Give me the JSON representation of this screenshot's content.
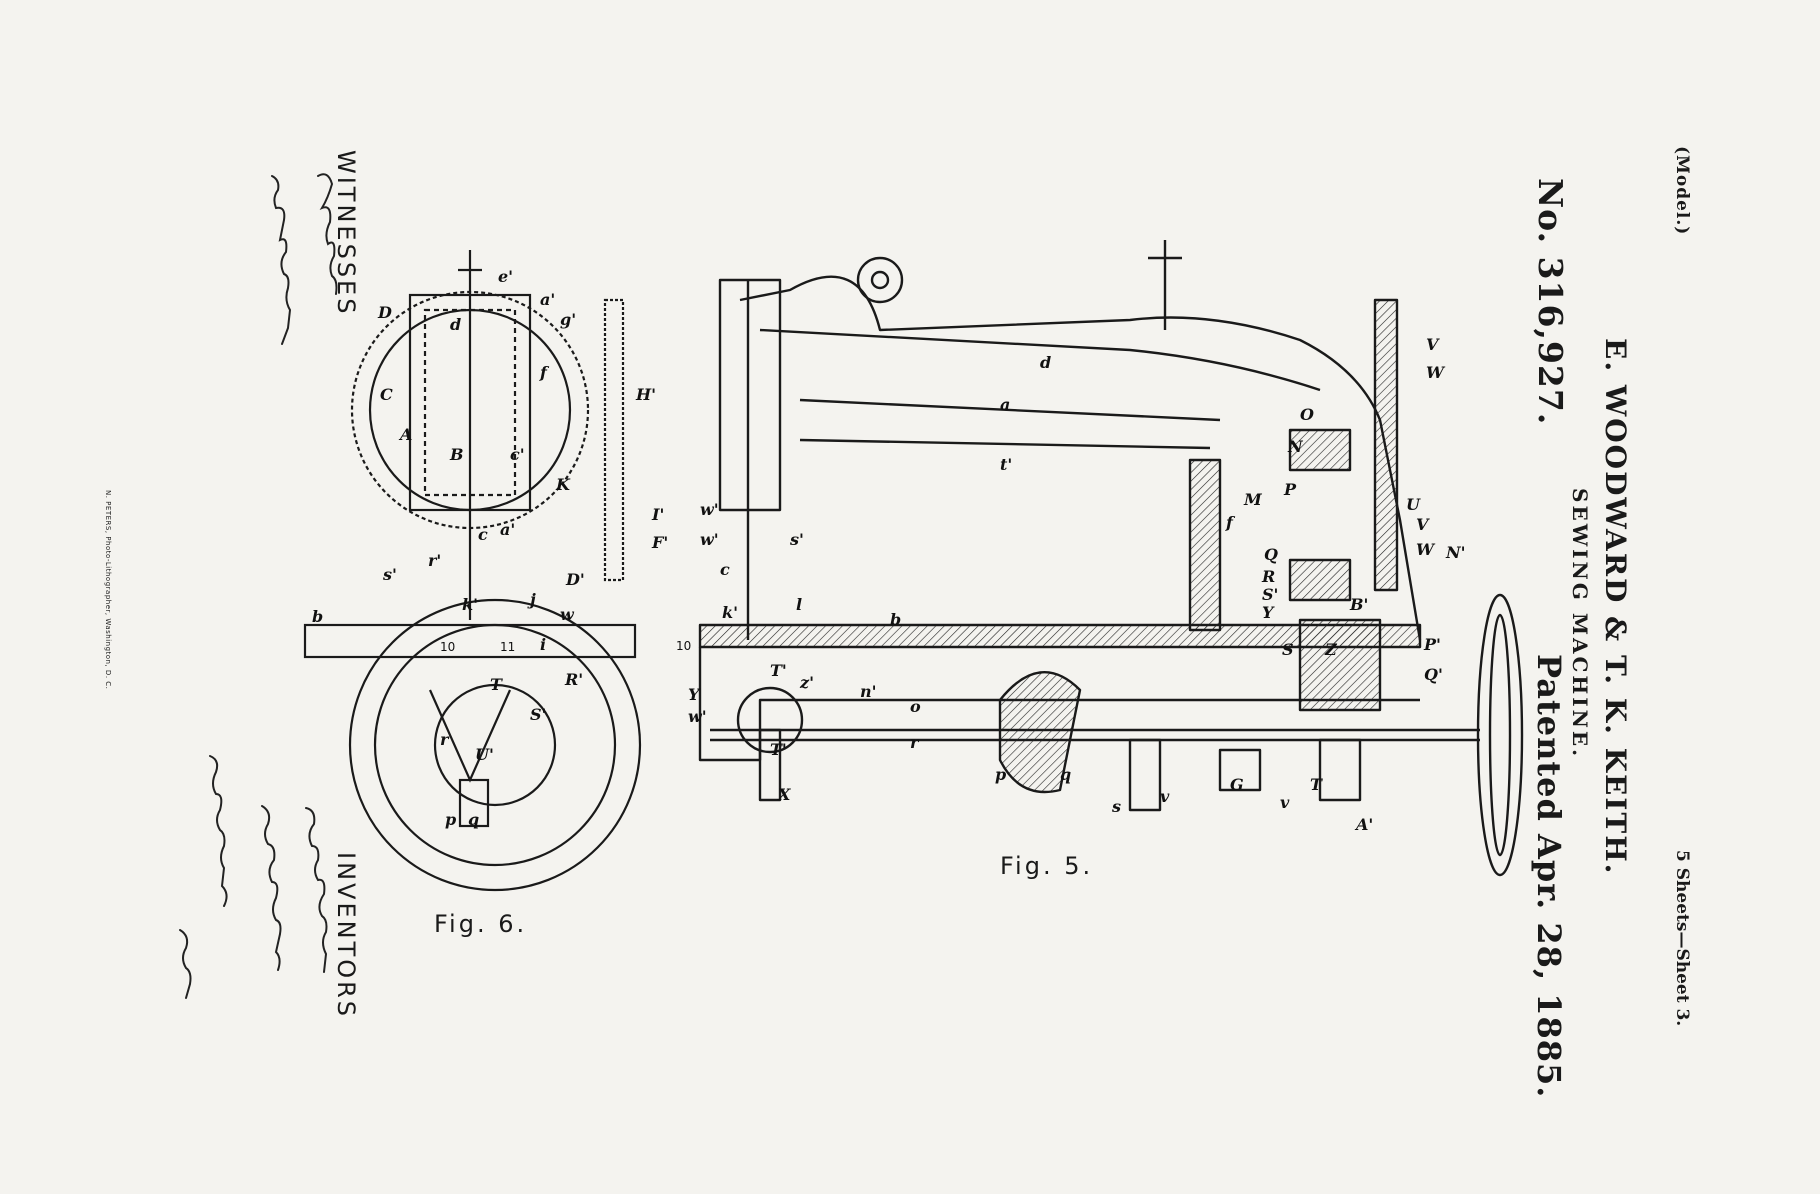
{
  "header": {
    "model": "(Model.)",
    "sheets": "5 Sheets—Sheet 3.",
    "number": "No. 316,927.",
    "inventors_names": "E. WOODWARD & T. K. KEITH.",
    "title": "SEWING MACHINE.",
    "patented": "Patented Apr. 28, 1885."
  },
  "side": {
    "witnesses_heading": "WITNESSES",
    "inventors_heading": "INVENTORS",
    "lithographer": "N. PETERS, Photo-Lithographer, Washington, D. C."
  },
  "figures": {
    "fig5": {
      "caption": "Fig. 5.",
      "labels": [
        "d",
        "a",
        "t'",
        "w'",
        "s'",
        "w'",
        "c",
        "k'",
        "l",
        "b",
        "n'",
        "o",
        "p",
        "q",
        "Y",
        "w'",
        "z'",
        "T'",
        "X",
        "r",
        "s",
        "v",
        "G",
        "v",
        "T",
        "A'",
        "O",
        "N",
        "P",
        "M",
        "f",
        "U",
        "V",
        "W",
        "N'",
        "Q",
        "R",
        "S'",
        "Y",
        "B'",
        "Z",
        "S",
        "P'",
        "Q'",
        "V",
        "W",
        "10"
      ]
    },
    "fig6": {
      "caption": "Fig. 6.",
      "labels": [
        "e'",
        "D",
        "d",
        "a'",
        "g'",
        "C",
        "f",
        "A",
        "B",
        "c'",
        "H'",
        "K",
        "I'",
        "F'",
        "D'",
        "c",
        "a'",
        "s'",
        "r'",
        "k'",
        "j",
        "w",
        "b",
        "i",
        "10",
        "11",
        "T",
        "S'",
        "R'",
        "r",
        "U'",
        "p",
        "q"
      ]
    }
  },
  "colors": {
    "paper": "#f4f3ef",
    "ink": "#1a1a1a"
  }
}
